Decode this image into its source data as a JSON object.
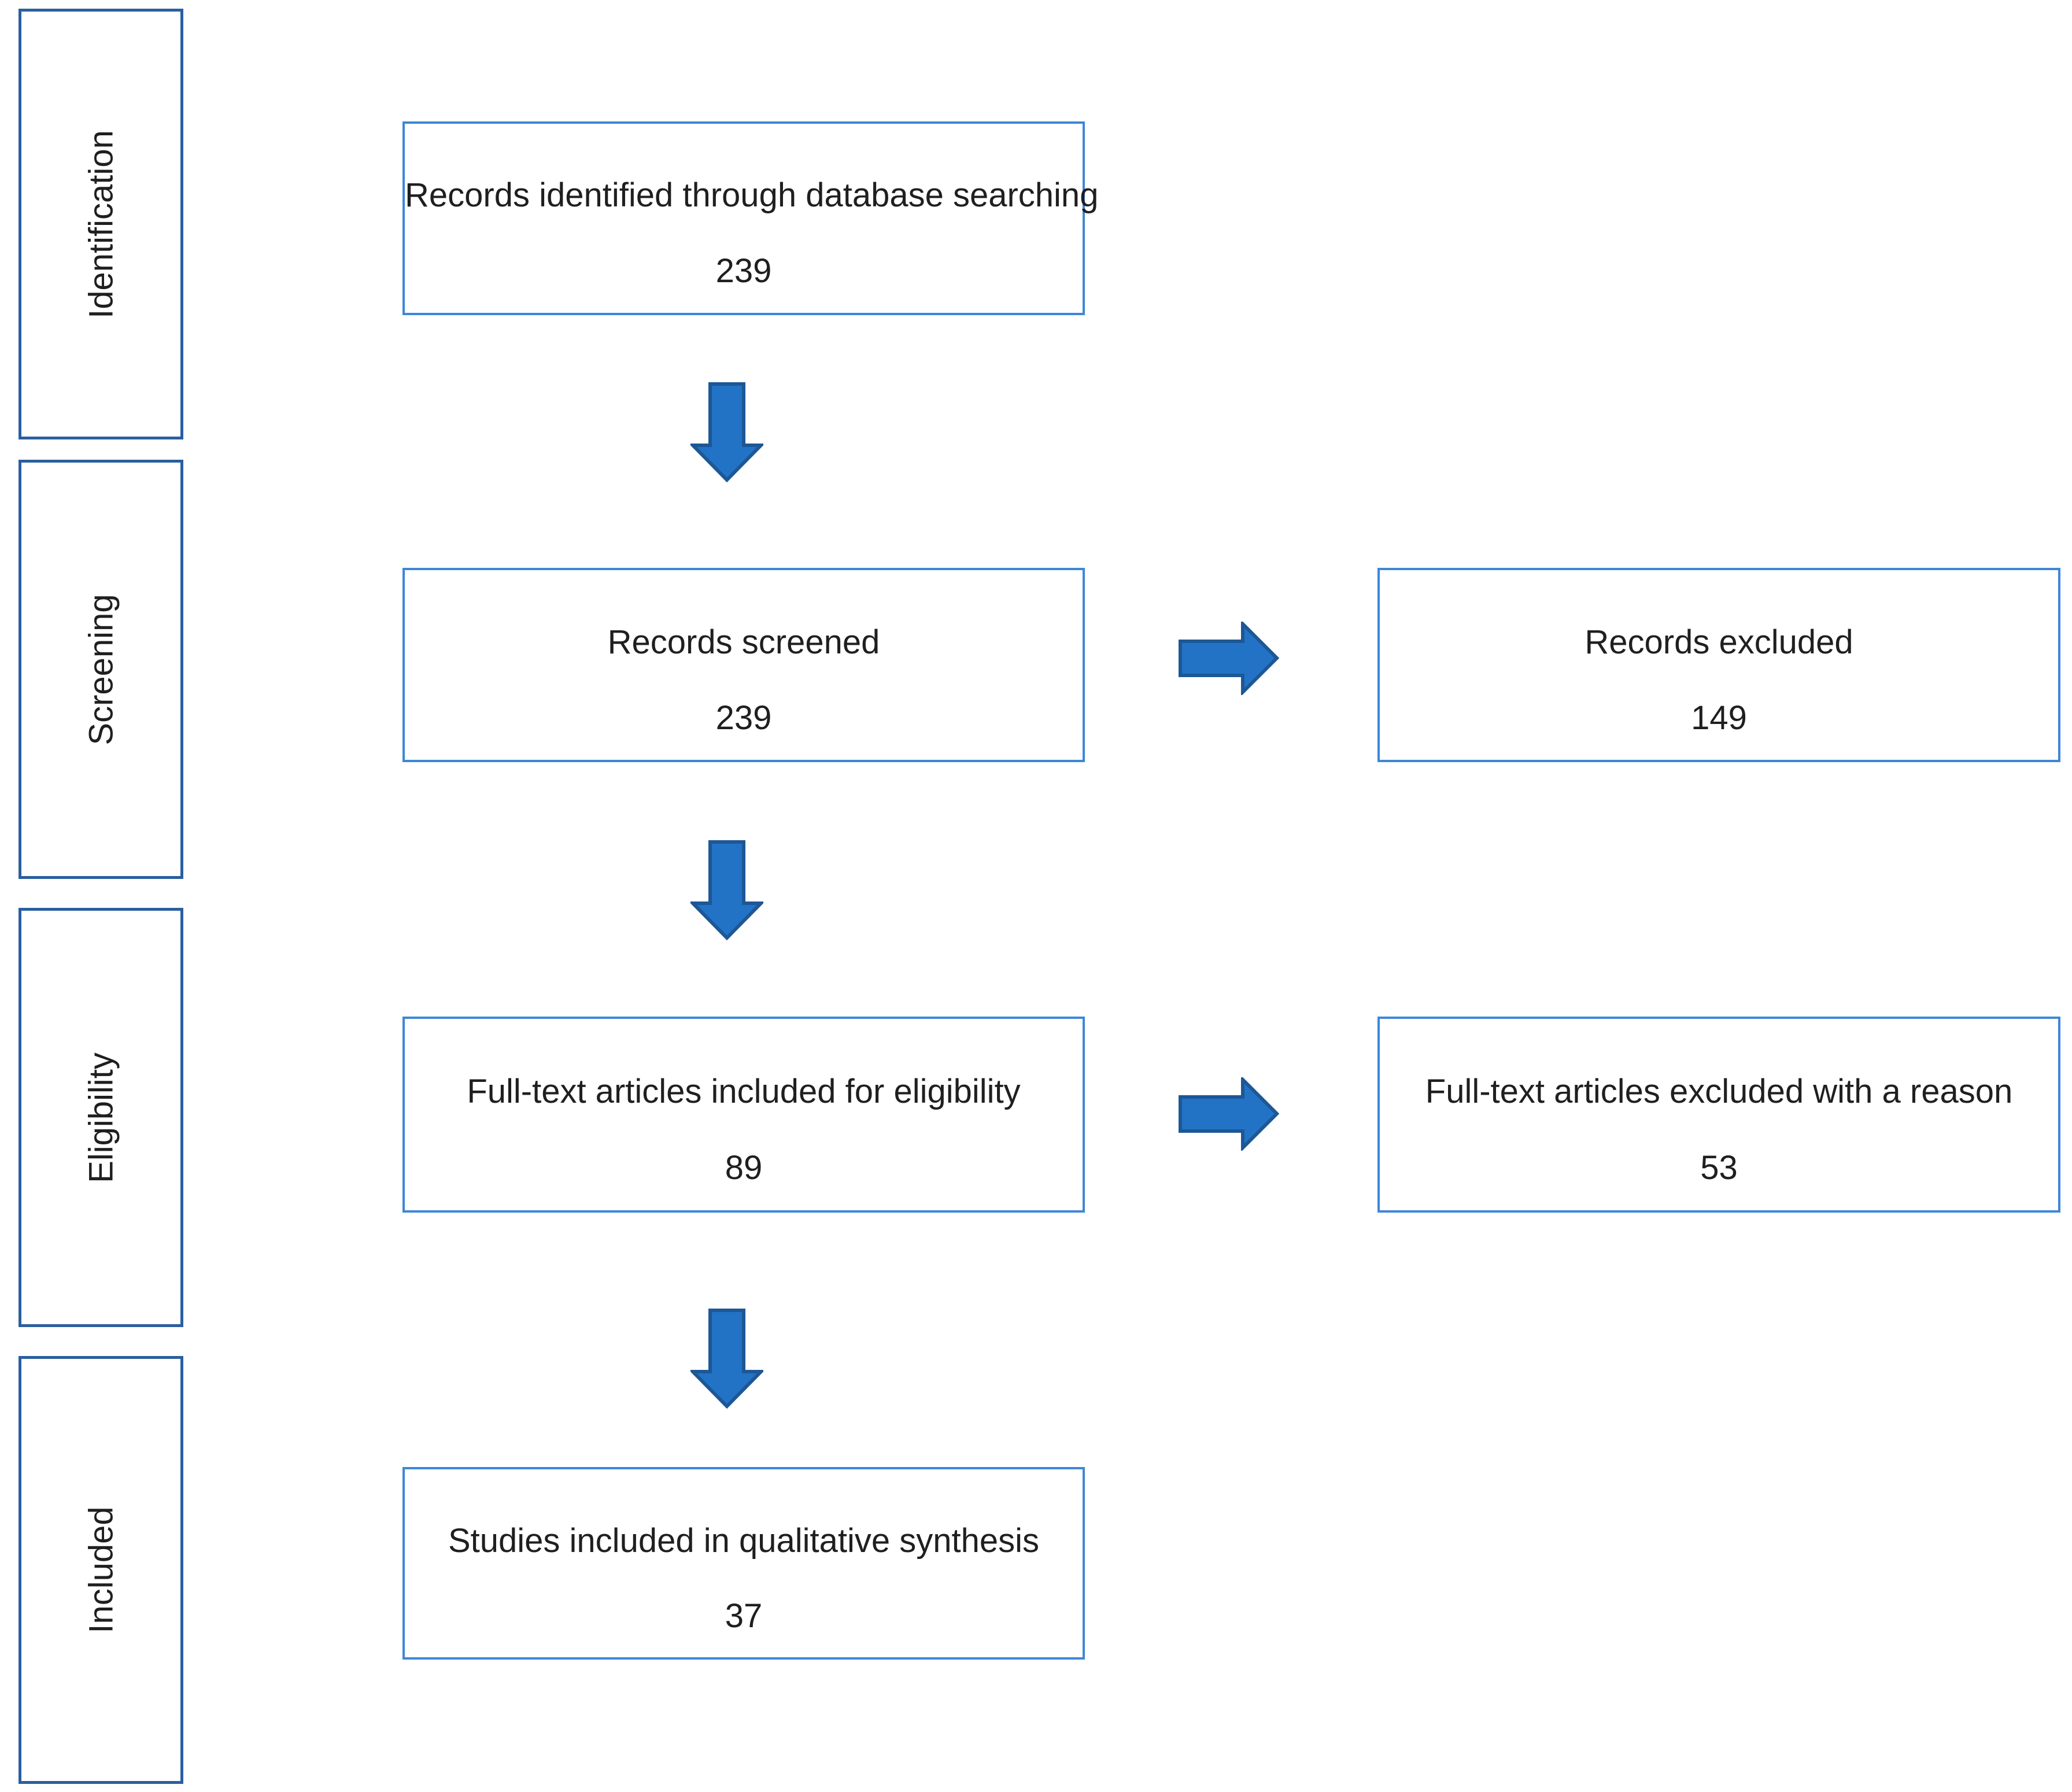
{
  "colors": {
    "background": "#FFFFFF",
    "text": "#1F1F1F",
    "stage_border": "#2A5F9F",
    "flow_border": "#3E86D8",
    "arrow_fill": "#2273C5",
    "arrow_stroke": "#1D5796"
  },
  "stages": [
    {
      "label": "Identification"
    },
    {
      "label": "Screening"
    },
    {
      "label": "Eligibility"
    },
    {
      "label": "Included"
    }
  ],
  "flow": [
    {
      "label": "Records identified through database searching",
      "count": "239"
    },
    {
      "label": "Records screened",
      "count": "239"
    },
    {
      "label": "Full-text articles included for eligibility",
      "count": "89"
    },
    {
      "label": "Studies included in qualitative synthesis",
      "count": "37"
    }
  ],
  "excluded": [
    {
      "label": "Records excluded",
      "count": "149"
    },
    {
      "label": "Full-text articles excluded with a reason",
      "count": "53"
    }
  ]
}
